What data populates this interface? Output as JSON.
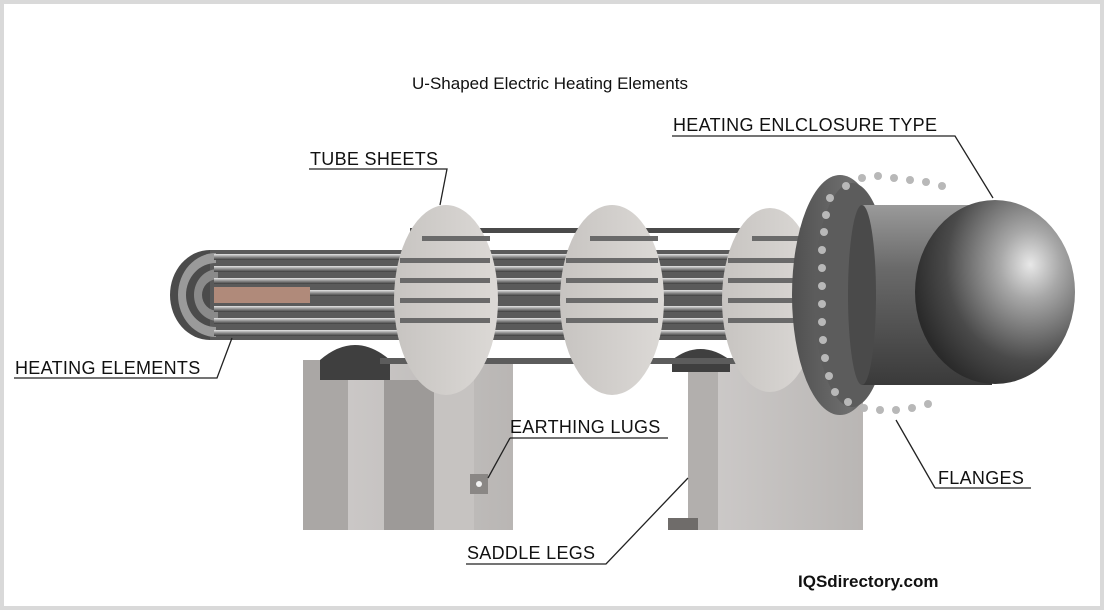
{
  "title": "U-Shaped Electric Heating Elements",
  "labels": {
    "heating_enclosure": "HEATING ENLCLOSURE TYPE",
    "tube_sheets": "TUBE SHEETS",
    "heating_elements": "HEATING ELEMENTS",
    "earthing_lugs": "EARTHING LUGS",
    "flanges": "FLANGES",
    "saddle_legs": "SADDLE LEGS"
  },
  "brand": "IQSdirectory.com"
}
